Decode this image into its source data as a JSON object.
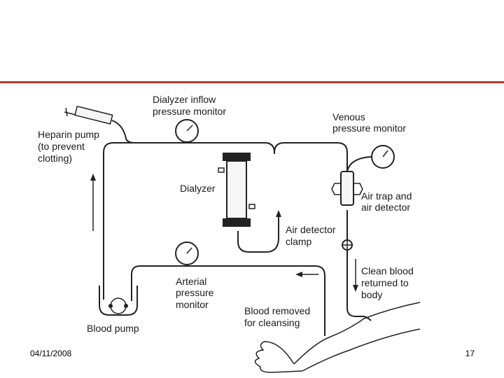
{
  "slide": {
    "accent_color": "#c0392b",
    "date": "04/11/2008",
    "page_number": "17"
  },
  "diagram": {
    "labels": {
      "dialyzer_inflow_l1": "Dialyzer inflow",
      "dialyzer_inflow_l2": "pressure monitor",
      "venous_l1": "Venous",
      "venous_l2": "pressure monitor",
      "heparin_l1": "Heparin pump",
      "heparin_l2": "(to prevent",
      "heparin_l3": "clotting)",
      "dialyzer": "Dialyzer",
      "airtrap_l1": "Air trap and",
      "airtrap_l2": "air detector",
      "airclamp_l1": "Air detector",
      "airclamp_l2": "clamp",
      "clean_l1": "Clean blood",
      "clean_l2": "returned to",
      "clean_l3": "body",
      "arterial_l1": "Arterial",
      "arterial_l2": "pressure",
      "arterial_l3": "monitor",
      "removed_l1": "Blood removed",
      "removed_l2": "for cleansing",
      "blood_pump": "Blood pump"
    }
  }
}
